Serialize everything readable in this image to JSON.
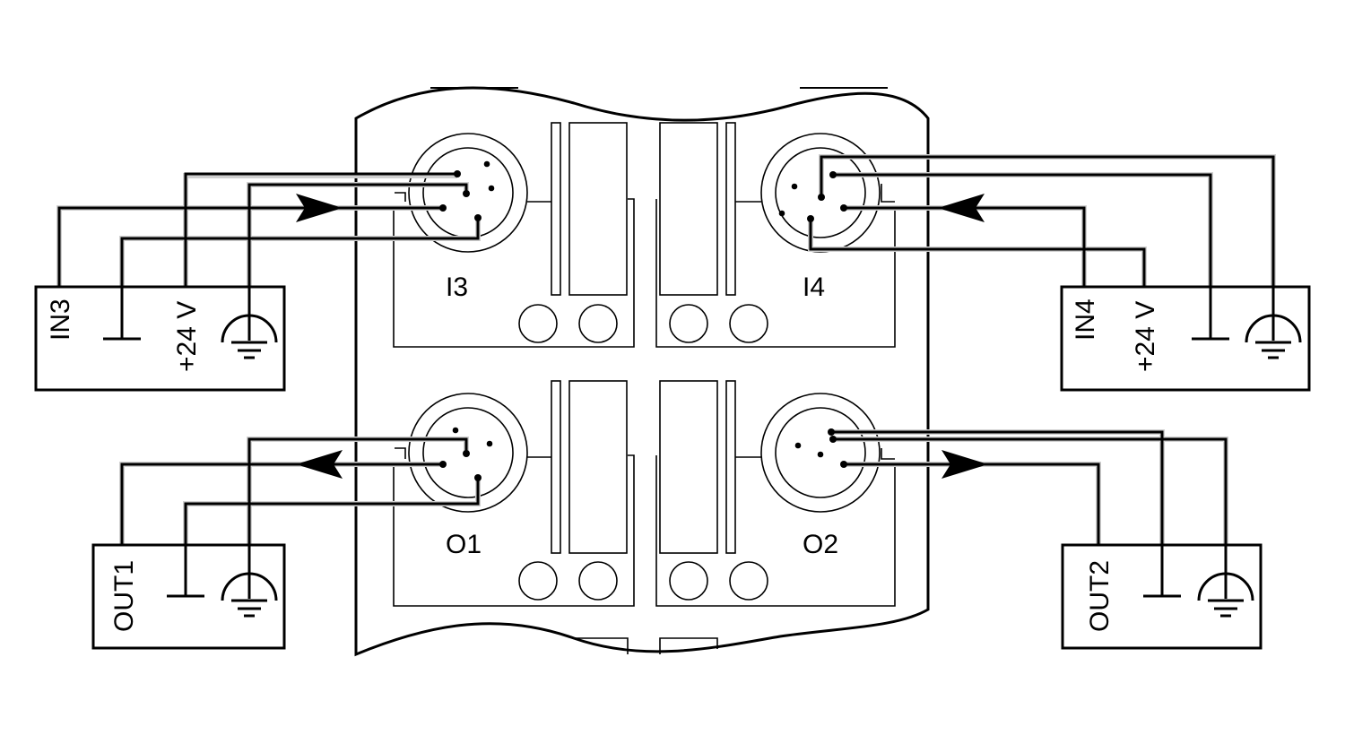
{
  "ports": {
    "i3": "I3",
    "i4": "I4",
    "o1": "O1",
    "o2": "O2"
  },
  "devices": {
    "in3": {
      "signal": "IN3",
      "supply": "+24 V"
    },
    "in4": {
      "signal": "IN4",
      "supply": "+24 V"
    },
    "out1": {
      "signal": "OUT1"
    },
    "out2": {
      "signal": "OUT2"
    }
  },
  "symbols": {
    "ground": "ground-symbol",
    "protective_earth": "protective-earth-symbol"
  },
  "colors": {
    "line": "#000000",
    "halo": "#d0d0d0",
    "background": "#ffffff"
  }
}
